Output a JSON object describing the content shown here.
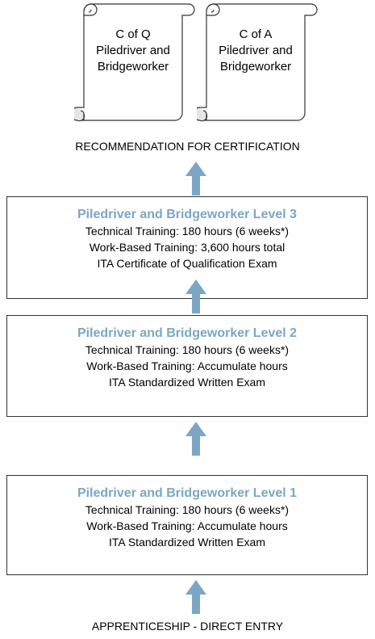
{
  "colors": {
    "accent": "#7ba7c4",
    "border": "#333333",
    "scroll_fill": "#f2f2f2"
  },
  "certificates": [
    {
      "lines": [
        "C of Q",
        "Piledriver and",
        "Bridgeworker"
      ]
    },
    {
      "lines": [
        "C of A",
        "Piledriver and",
        "Bridgeworker"
      ]
    }
  ],
  "top_caption": "RECOMMENDATION FOR CERTIFICATION",
  "bottom_caption": "APPRENTICESHIP - DIRECT ENTRY",
  "levels": [
    {
      "title": "Piledriver and Bridgeworker Level 3",
      "technical": "Technical Training:  180 hours (6 weeks*)",
      "work": "Work-Based Training:  3,600 hours total",
      "exam": "ITA Certificate of Qualification Exam"
    },
    {
      "title": "Piledriver and Bridgeworker Level 2",
      "technical": "Technical Training:  180 hours (6 weeks*)",
      "work": "Work-Based Training: Accumulate hours",
      "exam": "ITA Standardized Written Exam"
    },
    {
      "title": "Piledriver and Bridgeworker Level 1",
      "technical": "Technical Training:  180 hours (6 weeks*)",
      "work": "Work-Based Training: Accumulate hours",
      "exam": "ITA Standardized Written Exam"
    }
  ]
}
